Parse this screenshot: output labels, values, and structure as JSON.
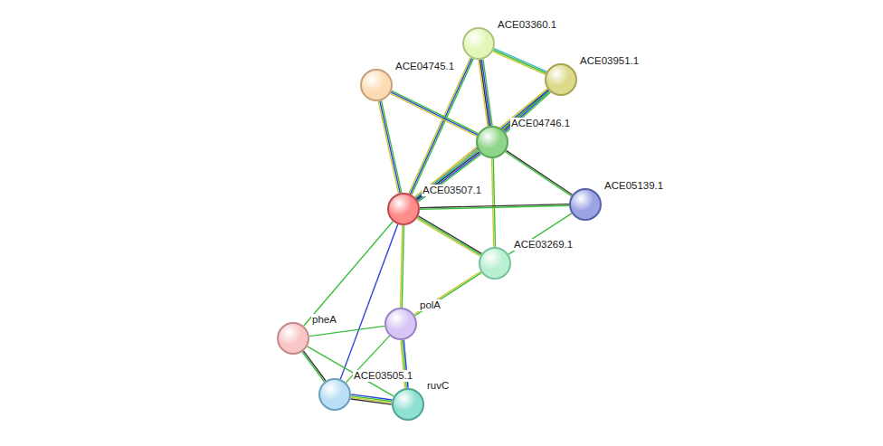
{
  "diagram": {
    "nodes": [
      {
        "text": [
          "ACE03360.1"
        ]
      },
      {
        "text": [
          "ACE03951.1"
        ]
      },
      {
        "text": [
          "ACE04745.1"
        ]
      },
      {
        "text": [
          "ACE04746.1"
        ]
      },
      {
        "text": [
          "ACE03507.1"
        ]
      },
      {
        "text": [
          "ACE05139.1"
        ]
      },
      {
        "text": [
          "ACE03269.1"
        ]
      },
      {
        "text": [
          "polA"
        ]
      },
      {
        "text": [
          "pheA"
        ]
      },
      {
        "text": [
          "ACE03505.1"
        ]
      },
      {
        "text": [
          "ruvC"
        ]
      }
    ],
    "edges": [
      {
        "from": 0,
        "to": 1,
        "arrow": "none"
      },
      {
        "from": 0,
        "to": 3,
        "arrow": "none"
      },
      {
        "from": 0,
        "to": 4,
        "arrow": "none"
      },
      {
        "from": 1,
        "to": 3,
        "arrow": "none"
      },
      {
        "from": 1,
        "to": 4,
        "arrow": "none"
      },
      {
        "from": 2,
        "to": 3,
        "arrow": "none"
      },
      {
        "from": 2,
        "to": 4,
        "arrow": "none"
      },
      {
        "from": 3,
        "to": 4,
        "arrow": "none"
      },
      {
        "from": 3,
        "to": 5,
        "arrow": "none"
      },
      {
        "from": 3,
        "to": 6,
        "arrow": "none"
      },
      {
        "from": 4,
        "to": 5,
        "arrow": "none"
      },
      {
        "from": 4,
        "to": 6,
        "arrow": "none"
      },
      {
        "from": 4,
        "to": 7,
        "arrow": "none"
      },
      {
        "from": 4,
        "to": 8,
        "arrow": "none"
      },
      {
        "from": 4,
        "to": 9,
        "arrow": "none"
      },
      {
        "from": 5,
        "to": 6,
        "arrow": "none"
      },
      {
        "from": 6,
        "to": 7,
        "arrow": "none"
      },
      {
        "from": 7,
        "to": 8,
        "arrow": "none"
      },
      {
        "from": 7,
        "to": 9,
        "arrow": "none"
      },
      {
        "from": 7,
        "to": 10,
        "arrow": "none"
      },
      {
        "from": 8,
        "to": 9,
        "arrow": "none"
      },
      {
        "from": 8,
        "to": 10,
        "arrow": "none"
      },
      {
        "from": 9,
        "to": 10,
        "arrow": "none"
      }
    ]
  }
}
